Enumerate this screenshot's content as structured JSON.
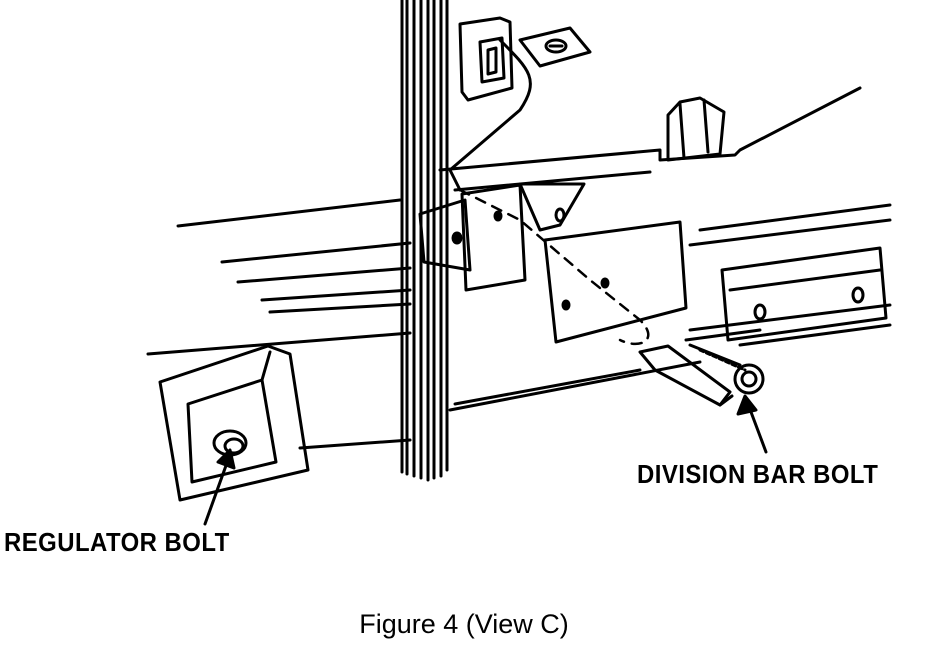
{
  "labels": {
    "division_bar_bolt": "DIVISION BAR BOLT",
    "regulator_bolt": "REGULATOR BOLT"
  },
  "caption": "Figure 4 (View C)",
  "colors": {
    "ink": "#000000",
    "paper": "#ffffff"
  }
}
